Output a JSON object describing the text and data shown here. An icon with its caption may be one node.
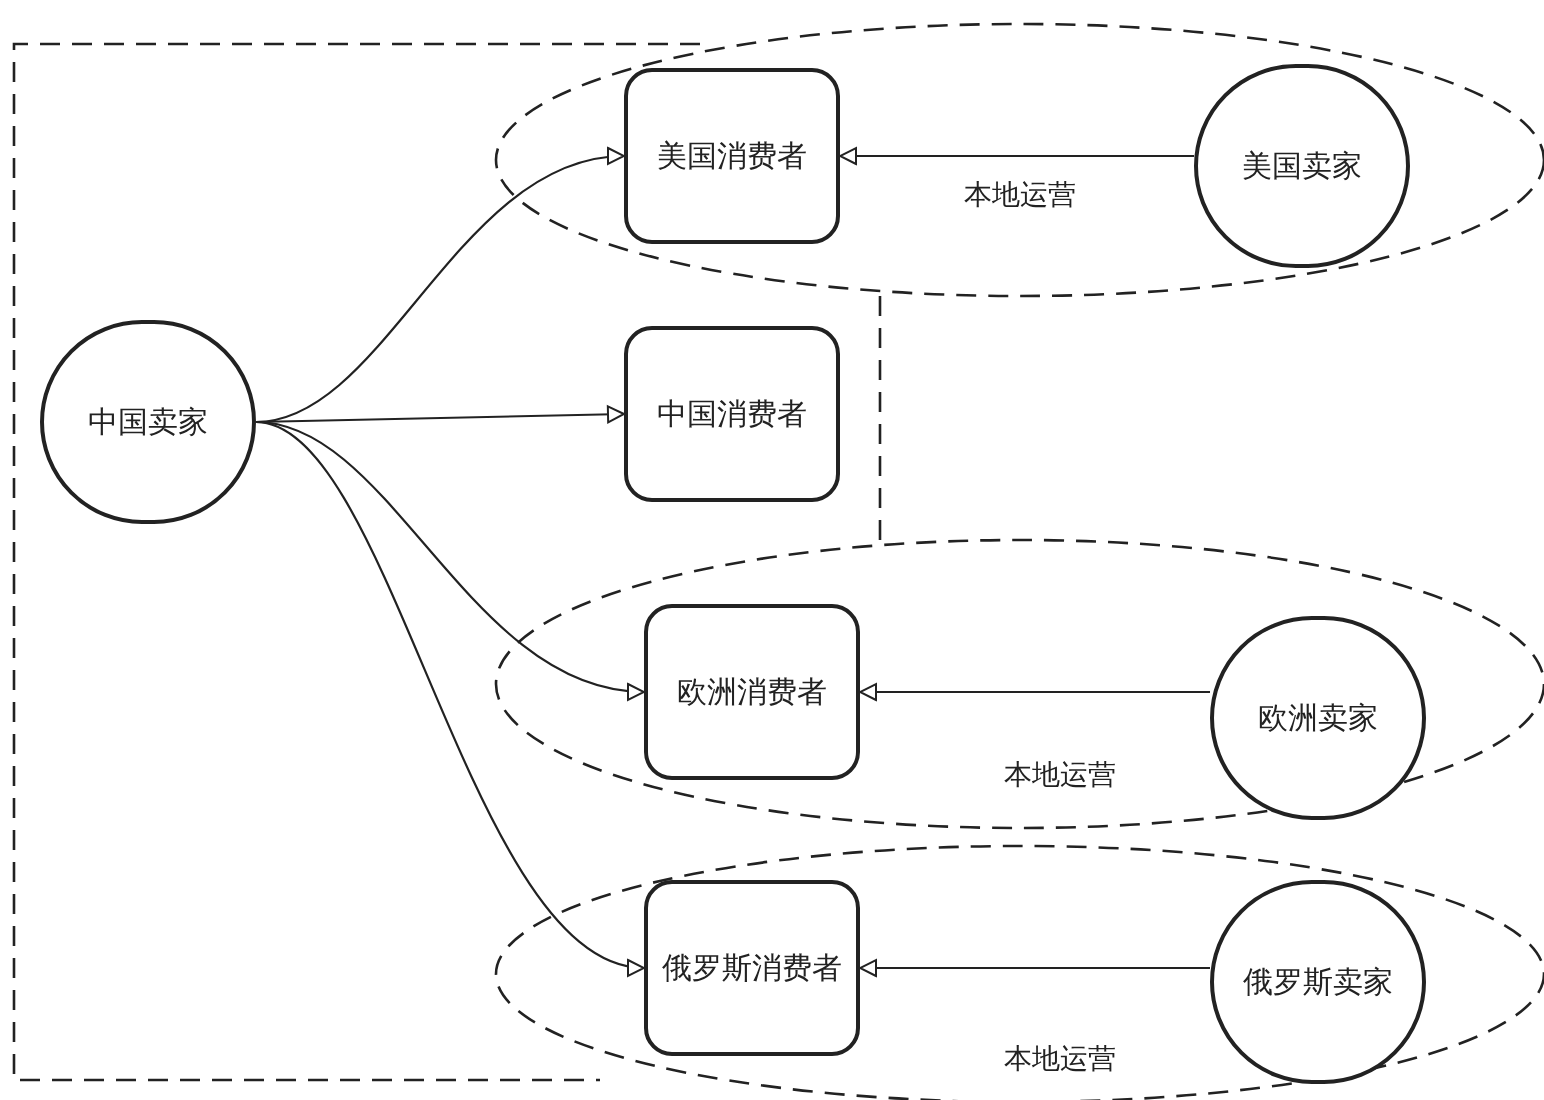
{
  "diagram": {
    "nodes": [
      {
        "text": [
          "中国卖家"
        ]
      },
      {
        "text": [
          "美国消费者"
        ]
      },
      {
        "text": [
          "美国卖家"
        ]
      },
      {
        "text": [
          "中国消费者"
        ]
      },
      {
        "text": [
          "欧洲消费者"
        ]
      },
      {
        "text": [
          "欧洲卖家"
        ]
      },
      {
        "text": [
          "俄罗斯消费者"
        ]
      },
      {
        "text": [
          "俄罗斯卖家"
        ]
      }
    ],
    "edges": [
      {
        "from": 0,
        "to": 1,
        "arrow": "to"
      },
      {
        "from": 0,
        "to": 3,
        "arrow": "to"
      },
      {
        "from": 0,
        "to": 4,
        "arrow": "to"
      },
      {
        "from": 0,
        "to": 6,
        "arrow": "to"
      },
      {
        "from": 2,
        "to": 1,
        "arrow": "to",
        "label": "本地运营"
      },
      {
        "from": 5,
        "to": 4,
        "arrow": "to",
        "label": "本地运营"
      },
      {
        "from": 7,
        "to": 6,
        "arrow": "to",
        "label": "本地运营"
      }
    ]
  }
}
